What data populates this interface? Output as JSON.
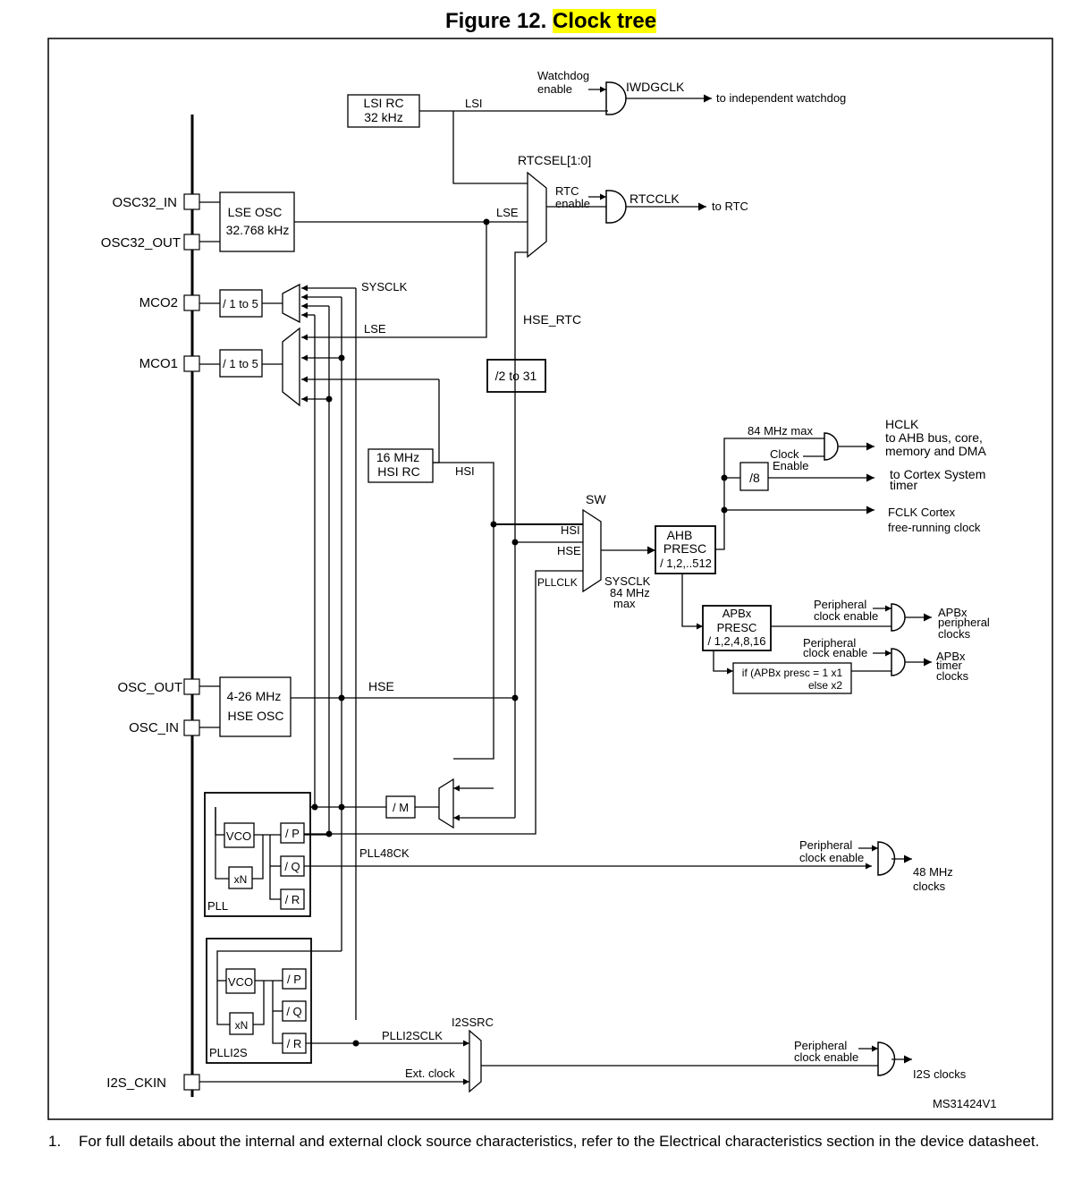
{
  "figure": {
    "number_prefix": "Figure 12.",
    "title_highlight": "Clock tree"
  },
  "pins": {
    "osc32_in": "OSC32_IN",
    "osc32_out": "OSC32_OUT",
    "mco2": "MCO2",
    "mco1": "MCO1",
    "osc_out": "OSC_OUT",
    "osc_in": "OSC_IN",
    "i2s_ckin": "I2S_CKIN"
  },
  "blocks": {
    "lsi_rc_1": "LSI RC",
    "lsi_rc_2": "32 kHz",
    "lse_osc_1": "LSE OSC",
    "lse_osc_2": "32.768 kHz",
    "div_mco2": "/ 1 to 5",
    "div_mco1": "/ 1 to 5",
    "div_rtc": "/2 to 31",
    "hsi_rc_1": "16 MHz",
    "hsi_rc_2": "HSI RC",
    "hse_osc_1": "4-26 MHz",
    "hse_osc_2": "HSE OSC",
    "div8": "/8",
    "ahb_1": "AHB",
    "ahb_2": "PRESC",
    "ahb_3": "/ 1,2,..512",
    "apb_1": "APBx",
    "apb_2": "PRESC",
    "apb_3": "/ 1,2,4,8,16",
    "timer_mul_1": "if (APBx presc = 1 x1",
    "timer_mul_2": "else  x2",
    "div_m": "/ M",
    "pll_vco": "VCO",
    "pll_xn": "xN",
    "pll_p": "/ P",
    "pll_q": "/ Q",
    "pll_r": "/ R",
    "pll_name": "PLL",
    "plli2s_vco": "VCO",
    "plli2s_xn": "xN",
    "plli2s_p": "/ P",
    "plli2s_q": "/ Q",
    "plli2s_r": "/ R",
    "plli2s_name": "PLLI2S"
  },
  "signals": {
    "watchdog_enable_1": "Watchdog",
    "watchdog_enable_2": "enable",
    "iwdgclk": "IWDGCLK",
    "to_iwdg": "to independent watchdog",
    "lsi": "LSI",
    "rtcsel": "RTCSEL[1:0]",
    "rtc_enable_1": "RTC",
    "rtc_enable_2": "enable",
    "rtcclk": "RTCCLK",
    "to_rtc": "to RTC",
    "lse_rtc": "LSE",
    "sysclk_mco": "SYSCLK",
    "lse_mco": "LSE",
    "hse_rtc": "HSE_RTC",
    "hsi": "HSI",
    "sw": "SW",
    "sw_hsi": "HSI",
    "sw_hse": "HSE",
    "sw_pllclk": "PLLCLK",
    "sysclk_1": "SYSCLK",
    "sysclk_2": "84 MHz",
    "sysclk_3": "max",
    "max84": "84 MHz max",
    "hclk_1": "HCLK",
    "hclk_2": "to AHB bus, core,",
    "hclk_3": "memory and DMA",
    "clock_enable_1": "Clock",
    "clock_enable_2": "Enable",
    "systimer_1": "to Cortex System",
    "systimer_2": "timer",
    "fclk_1": "FCLK Cortex",
    "fclk_2": "free-running clock",
    "apb_pce_1": "Peripheral",
    "apb_pce_2": "clock enable",
    "apb_periph_1": "APBx",
    "apb_periph_2": "peripheral",
    "apb_periph_3": "clocks",
    "apb_tce_1": "Peripheral",
    "apb_tce_2": "clock enable",
    "apb_timer_1": "APBx",
    "apb_timer_2": "timer",
    "apb_timer_3": "clocks",
    "hse": "HSE",
    "pll48ck": "PLL48CK",
    "usb_pce_1": "Peripheral",
    "usb_pce_2": "clock enable",
    "mhz48_1": "48 MHz",
    "mhz48_2": "clocks",
    "i2ssrc": "I2SSRC",
    "plli2sclk": "PLLI2SCLK",
    "ext_clock": "Ext. clock",
    "i2s_pce_1": "Peripheral",
    "i2s_pce_2": "clock enable",
    "i2s_clocks": "I2S clocks"
  },
  "figure_id": "MS31424V1",
  "footnote": {
    "number": "1.",
    "text": "For full details about the internal and external clock source characteristics, refer to the Electrical characteristics section in the device datasheet."
  }
}
